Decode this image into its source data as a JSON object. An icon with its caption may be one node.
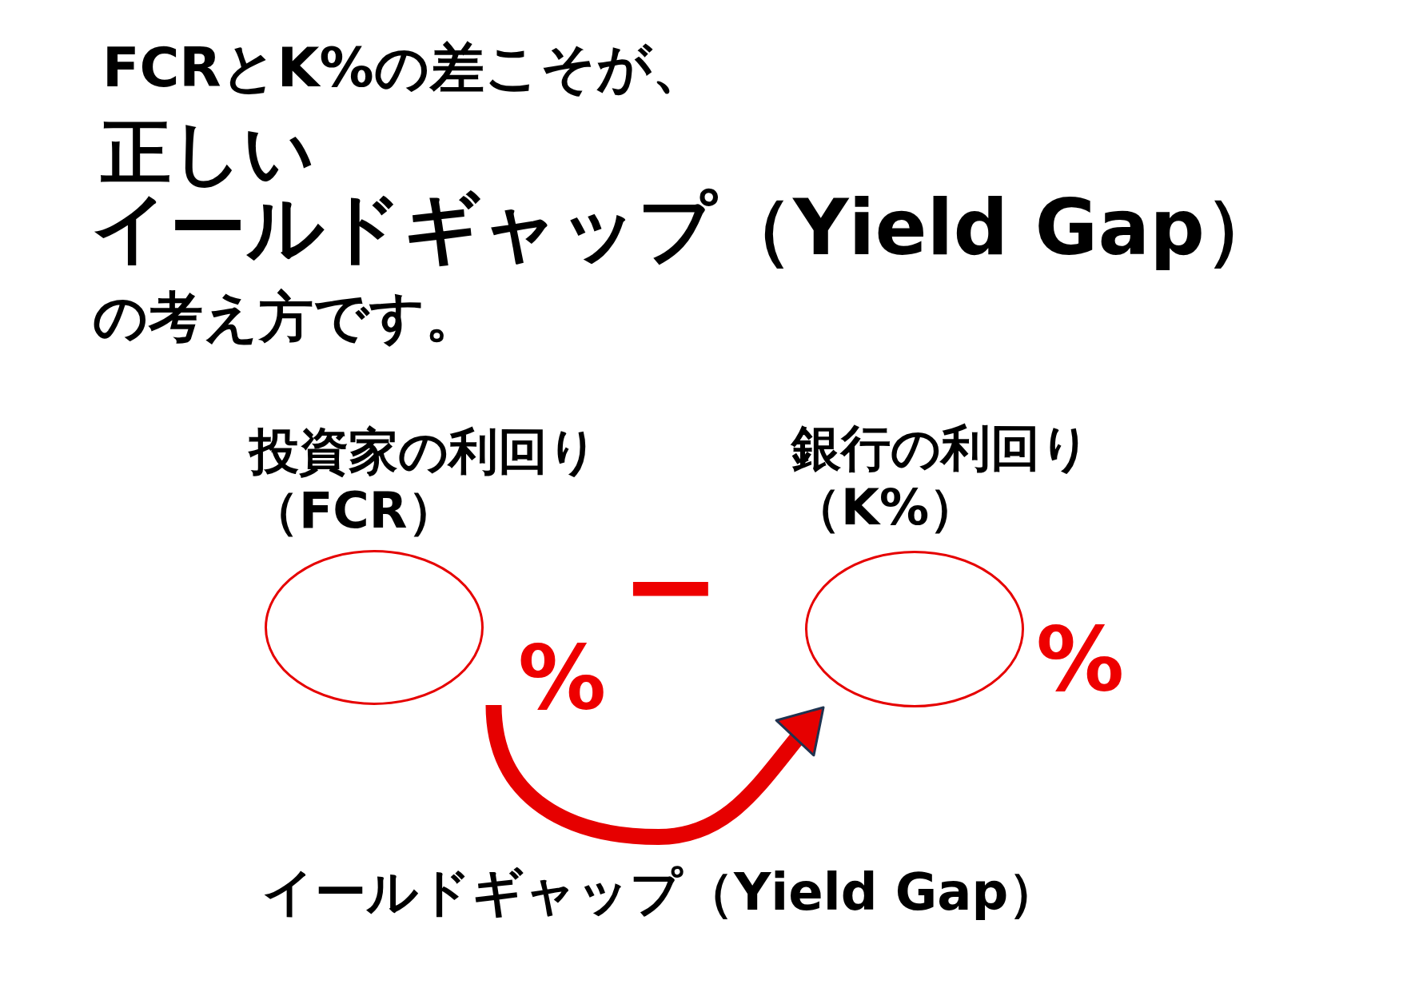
{
  "diagram": {
    "caption": "イールドギャップ（Yield Gap）",
    "nodes": [
      {
        "text": [
          "投資家の利回り（FCR）"
        ],
        "beside": [
          "%"
        ]
      },
      {
        "text": [
          "銀行の利回り（K%）"
        ],
        "beside": [
          "%"
        ]
      }
    ],
    "edges": [
      {
        "from": 0,
        "to": 1,
        "arrow": "to",
        "color": "#e60000"
      }
    ],
    "labels": [
      "FCRとK%の差こそが、",
      "正しい",
      "イールドギャップ（Yield Gap）",
      "の考え方です。",
      "−"
    ]
  }
}
